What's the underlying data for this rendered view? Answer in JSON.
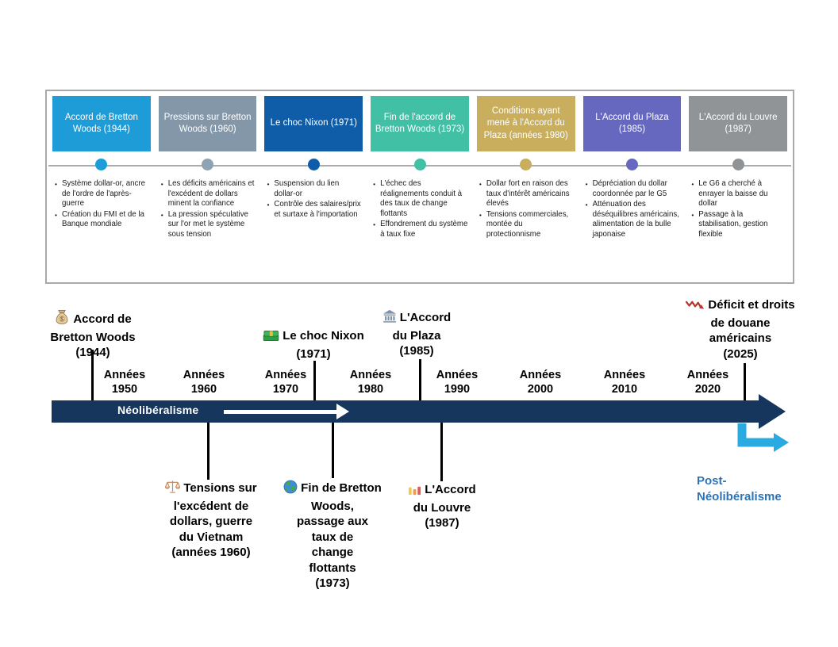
{
  "palette": {
    "box_blue": "#1e9cd8",
    "box_grayblue": "#8497a9",
    "box_darkblue": "#0f5ca8",
    "box_teal": "#41c0a5",
    "box_gold": "#c9ae5d",
    "box_purple": "#6568be",
    "box_gray": "#919497",
    "timeline_bar": "#17365d",
    "post_arrow": "#29abe2",
    "post_label_text": "#2e74b5"
  },
  "panel": {
    "columns": [
      {
        "title": "Accord de Bretton Woods (1944)",
        "color": "#1e9cd8",
        "bullets": [
          "Système dollar-or, ancre de l'ordre de l'après-guerre",
          "Création du FMI et de la Banque mondiale"
        ]
      },
      {
        "title": "Pressions sur Bretton Woods (1960)",
        "color": "#8497a9",
        "bullets": [
          "Les déficits américains et l'excédent de dollars minent la confiance",
          "La pression spéculative sur l'or met le système sous tension"
        ]
      },
      {
        "title": "Le choc Nixon (1971)",
        "color": "#0f5ca8",
        "bullets": [
          "Suspension du lien dollar-or",
          "Contrôle des salaires/prix et surtaxe à l'importation"
        ]
      },
      {
        "title": "Fin de l'accord de Bretton Woods (1973)",
        "color": "#41c0a5",
        "bullets": [
          "L'échec des réalignements conduit à des taux de change flottants",
          "Effondrement du système à taux fixe"
        ]
      },
      {
        "title": "Conditions ayant mené à l'Accord du Plaza (années 1980)",
        "color": "#c9ae5d",
        "bullets": [
          "Dollar fort en raison des taux d'intérêt américains élevés",
          "Tensions commerciales, montée du protectionnisme"
        ]
      },
      {
        "title": "L'Accord du Plaza (1985)",
        "color": "#6568be",
        "bullets": [
          "Dépréciation du dollar coordonnée par le G5",
          "Atténuation des déséquilibres américains, alimentation de la bulle japonaise"
        ]
      },
      {
        "title": "L'Accord du Louvre (1987)",
        "color": "#919497",
        "bullets": [
          "Le G6 a cherché à enrayer la baisse du dollar",
          "Passage à la stabilisation, gestion flexible"
        ]
      }
    ]
  },
  "timeline": {
    "era_label": "Néolibéralisme",
    "post_era_label": "Post-\nNéolibéralisme",
    "decades": [
      "Années\n1950",
      "Années\n1960",
      "Années\n1970",
      "Années\n1980",
      "Années\n1990",
      "Années\n2000",
      "Années\n2010",
      "Années\n2020"
    ],
    "events_above": [
      {
        "icon": "money-bag-icon",
        "label": "Accord de\nBretton Woods\n(1944)"
      },
      {
        "icon": "banknotes-icon",
        "label": "Le choc Nixon\n(1971)"
      },
      {
        "icon": "bank-icon",
        "label": "L'Accord\ndu Plaza\n(1985)"
      },
      {
        "icon": "red-zigzag-icon",
        "label": "Déficit et droits\nde douane\naméricains\n(2025)"
      }
    ],
    "events_below": [
      {
        "icon": "scales-icon",
        "label": "Tensions sur\nl'excédent de\ndollars, guerre\ndu Vietnam\n(années 1960)"
      },
      {
        "icon": "globe-icon",
        "label": "Fin de Bretton\nWoods,\npassage aux\ntaux de\nchange\nflottants\n(1973)"
      },
      {
        "icon": "bar-chart-icon",
        "label": "L'Accord\ndu Louvre\n(1987)"
      }
    ]
  }
}
